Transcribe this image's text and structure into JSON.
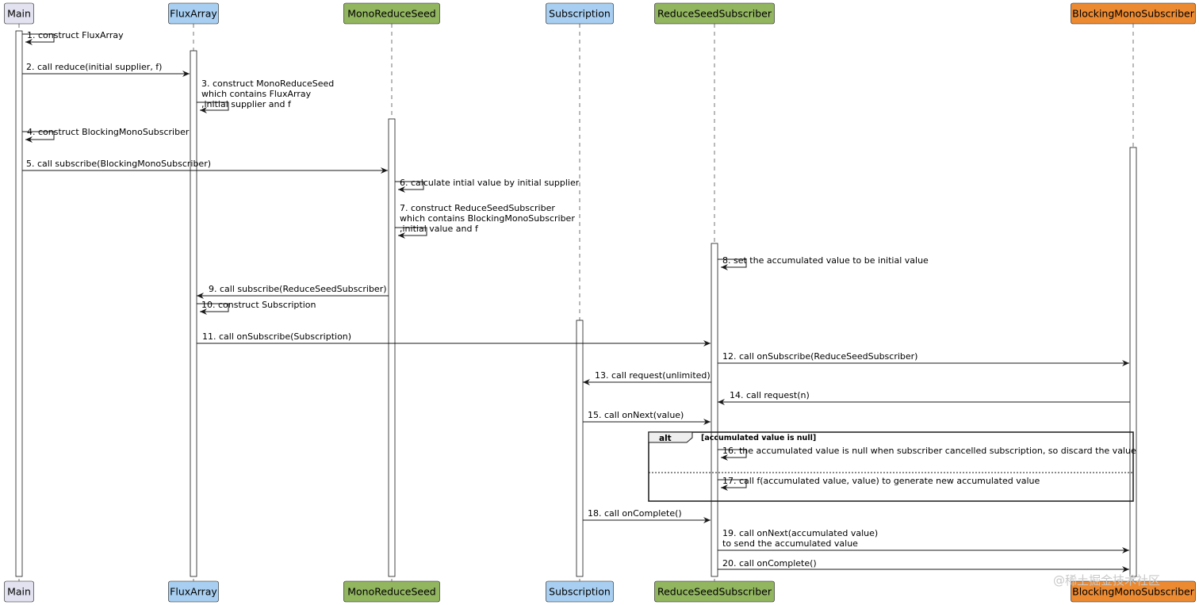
{
  "participants": [
    {
      "id": "main",
      "name": "Main",
      "fill": "#e2e2f0",
      "stroke": "#181818"
    },
    {
      "id": "fluxarray",
      "name": "FluxArray",
      "fill": "#a8cff1",
      "stroke": "#181818"
    },
    {
      "id": "monoreduceseed",
      "name": "MonoReduceSeed",
      "fill": "#92b560",
      "stroke": "#181818"
    },
    {
      "id": "subscription",
      "name": "Subscription",
      "fill": "#a8cff1",
      "stroke": "#181818"
    },
    {
      "id": "reduceseedsubscriber",
      "name": "ReduceSeedSubscriber",
      "fill": "#92b560",
      "stroke": "#181818"
    },
    {
      "id": "blockingmonosubscriber",
      "name": "BlockingMonoSubscriber",
      "fill": "#ec8a32",
      "stroke": "#181818"
    }
  ],
  "messages": [
    {
      "from": "main",
      "to": "main",
      "lines": [
        "1. construct FluxArray"
      ]
    },
    {
      "from": "main",
      "to": "fluxarray",
      "lines": [
        "2. call reduce(initial supplier, f)"
      ]
    },
    {
      "from": "fluxarray",
      "to": "fluxarray",
      "lines": [
        "3. construct MonoReduceSeed",
        "which contains FluxArray",
        ",initial supplier and f"
      ]
    },
    {
      "from": "main",
      "to": "main",
      "lines": [
        "4. construct BlockingMonoSubscriber"
      ]
    },
    {
      "from": "main",
      "to": "monoreduceseed",
      "lines": [
        "5. call subscribe(BlockingMonoSubscriber)"
      ]
    },
    {
      "from": "monoreduceseed",
      "to": "monoreduceseed",
      "lines": [
        "6. calculate intial value by initial supplier"
      ]
    },
    {
      "from": "monoreduceseed",
      "to": "monoreduceseed",
      "lines": [
        "7. construct ReduceSeedSubscriber",
        "which contains BlockingMonoSubscriber",
        ",initial value and f"
      ]
    },
    {
      "from": "reduceseedsubscriber",
      "to": "reduceseedsubscriber",
      "lines": [
        "8. set the accumulated value to be initial value"
      ]
    },
    {
      "from": "monoreduceseed",
      "to": "fluxarray",
      "lines": [
        "9. call subscribe(ReduceSeedSubscriber)"
      ]
    },
    {
      "from": "fluxarray",
      "to": "fluxarray",
      "lines": [
        "10. construct Subscription"
      ]
    },
    {
      "from": "fluxarray",
      "to": "reduceseedsubscriber",
      "lines": [
        "11. call onSubscribe(Subscription)"
      ]
    },
    {
      "from": "reduceseedsubscriber",
      "to": "blockingmonosubscriber",
      "lines": [
        "12. call onSubscribe(ReduceSeedSubscriber)"
      ]
    },
    {
      "from": "reduceseedsubscriber",
      "to": "subscription",
      "lines": [
        "13. call request(unlimited)"
      ]
    },
    {
      "from": "blockingmonosubscriber",
      "to": "reduceseedsubscriber",
      "lines": [
        "14. call request(n)"
      ]
    },
    {
      "from": "subscription",
      "to": "reduceseedsubscriber",
      "lines": [
        "15. call onNext(value)"
      ]
    },
    {
      "from": "reduceseedsubscriber",
      "to": "reduceseedsubscriber",
      "lines": [
        "16. the accumulated value is null when subscriber cancelled subscription, so discard the value"
      ]
    },
    {
      "from": "reduceseedsubscriber",
      "to": "reduceseedsubscriber",
      "lines": [
        "17. call f(accumulated value, value) to generate new accumulated value"
      ]
    },
    {
      "from": "subscription",
      "to": "reduceseedsubscriber",
      "lines": [
        "18. call onComplete()"
      ]
    },
    {
      "from": "reduceseedsubscriber",
      "to": "blockingmonosubscriber",
      "lines": [
        "19. call onNext(accumulated value)",
        "to send the accumulated value"
      ]
    },
    {
      "from": "reduceseedsubscriber",
      "to": "blockingmonosubscriber",
      "lines": [
        "20. call onComplete()"
      ]
    }
  ],
  "alt_fragment": {
    "keyword": "alt",
    "guard": "[accumulated value is null]"
  },
  "watermark": "@稀土掘金技术社区"
}
